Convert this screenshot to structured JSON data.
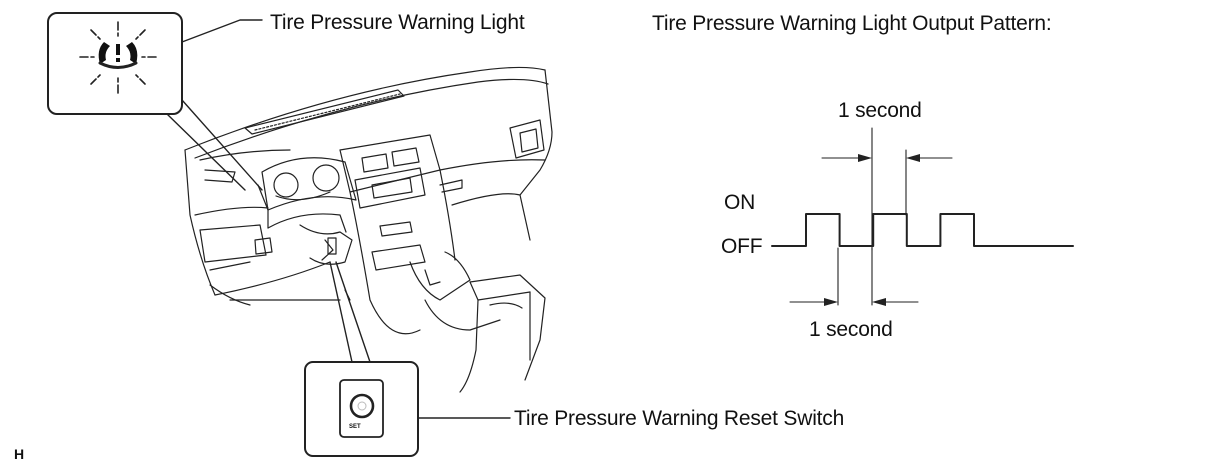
{
  "labels": {
    "warning_light": "Tire Pressure Warning Light",
    "output_pattern_title": "Tire Pressure Warning Light Output Pattern:",
    "reset_switch": "Tire Pressure Warning Reset Switch",
    "corner_code": "H"
  },
  "pattern": {
    "on_label": "ON",
    "off_label": "OFF",
    "top_dim_label": "1 second",
    "bottom_dim_label": "1 second",
    "switch_text": "SET",
    "signal": [
      0,
      1,
      0,
      1,
      0,
      1,
      0
    ]
  }
}
